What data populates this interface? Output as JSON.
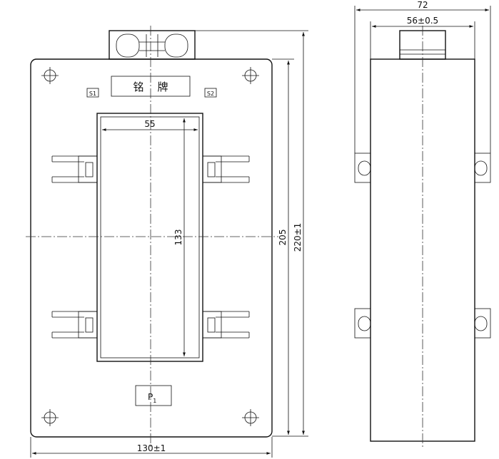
{
  "front_view": {
    "nameplate_text": "铭    牌",
    "terminal_s1": "S1",
    "terminal_s2": "S2",
    "terminal_p1": "P",
    "terminal_p1_sub": "1",
    "dim_window_width": "55",
    "dim_window_height": "133",
    "dim_body_height": "205",
    "dim_overall_height": "220±1",
    "dim_width": "130±1"
  },
  "side_view": {
    "dim_total_depth": "72",
    "dim_terminal_width": "56±0.5"
  },
  "colors": {
    "line": "#111111",
    "background": "#ffffff"
  }
}
